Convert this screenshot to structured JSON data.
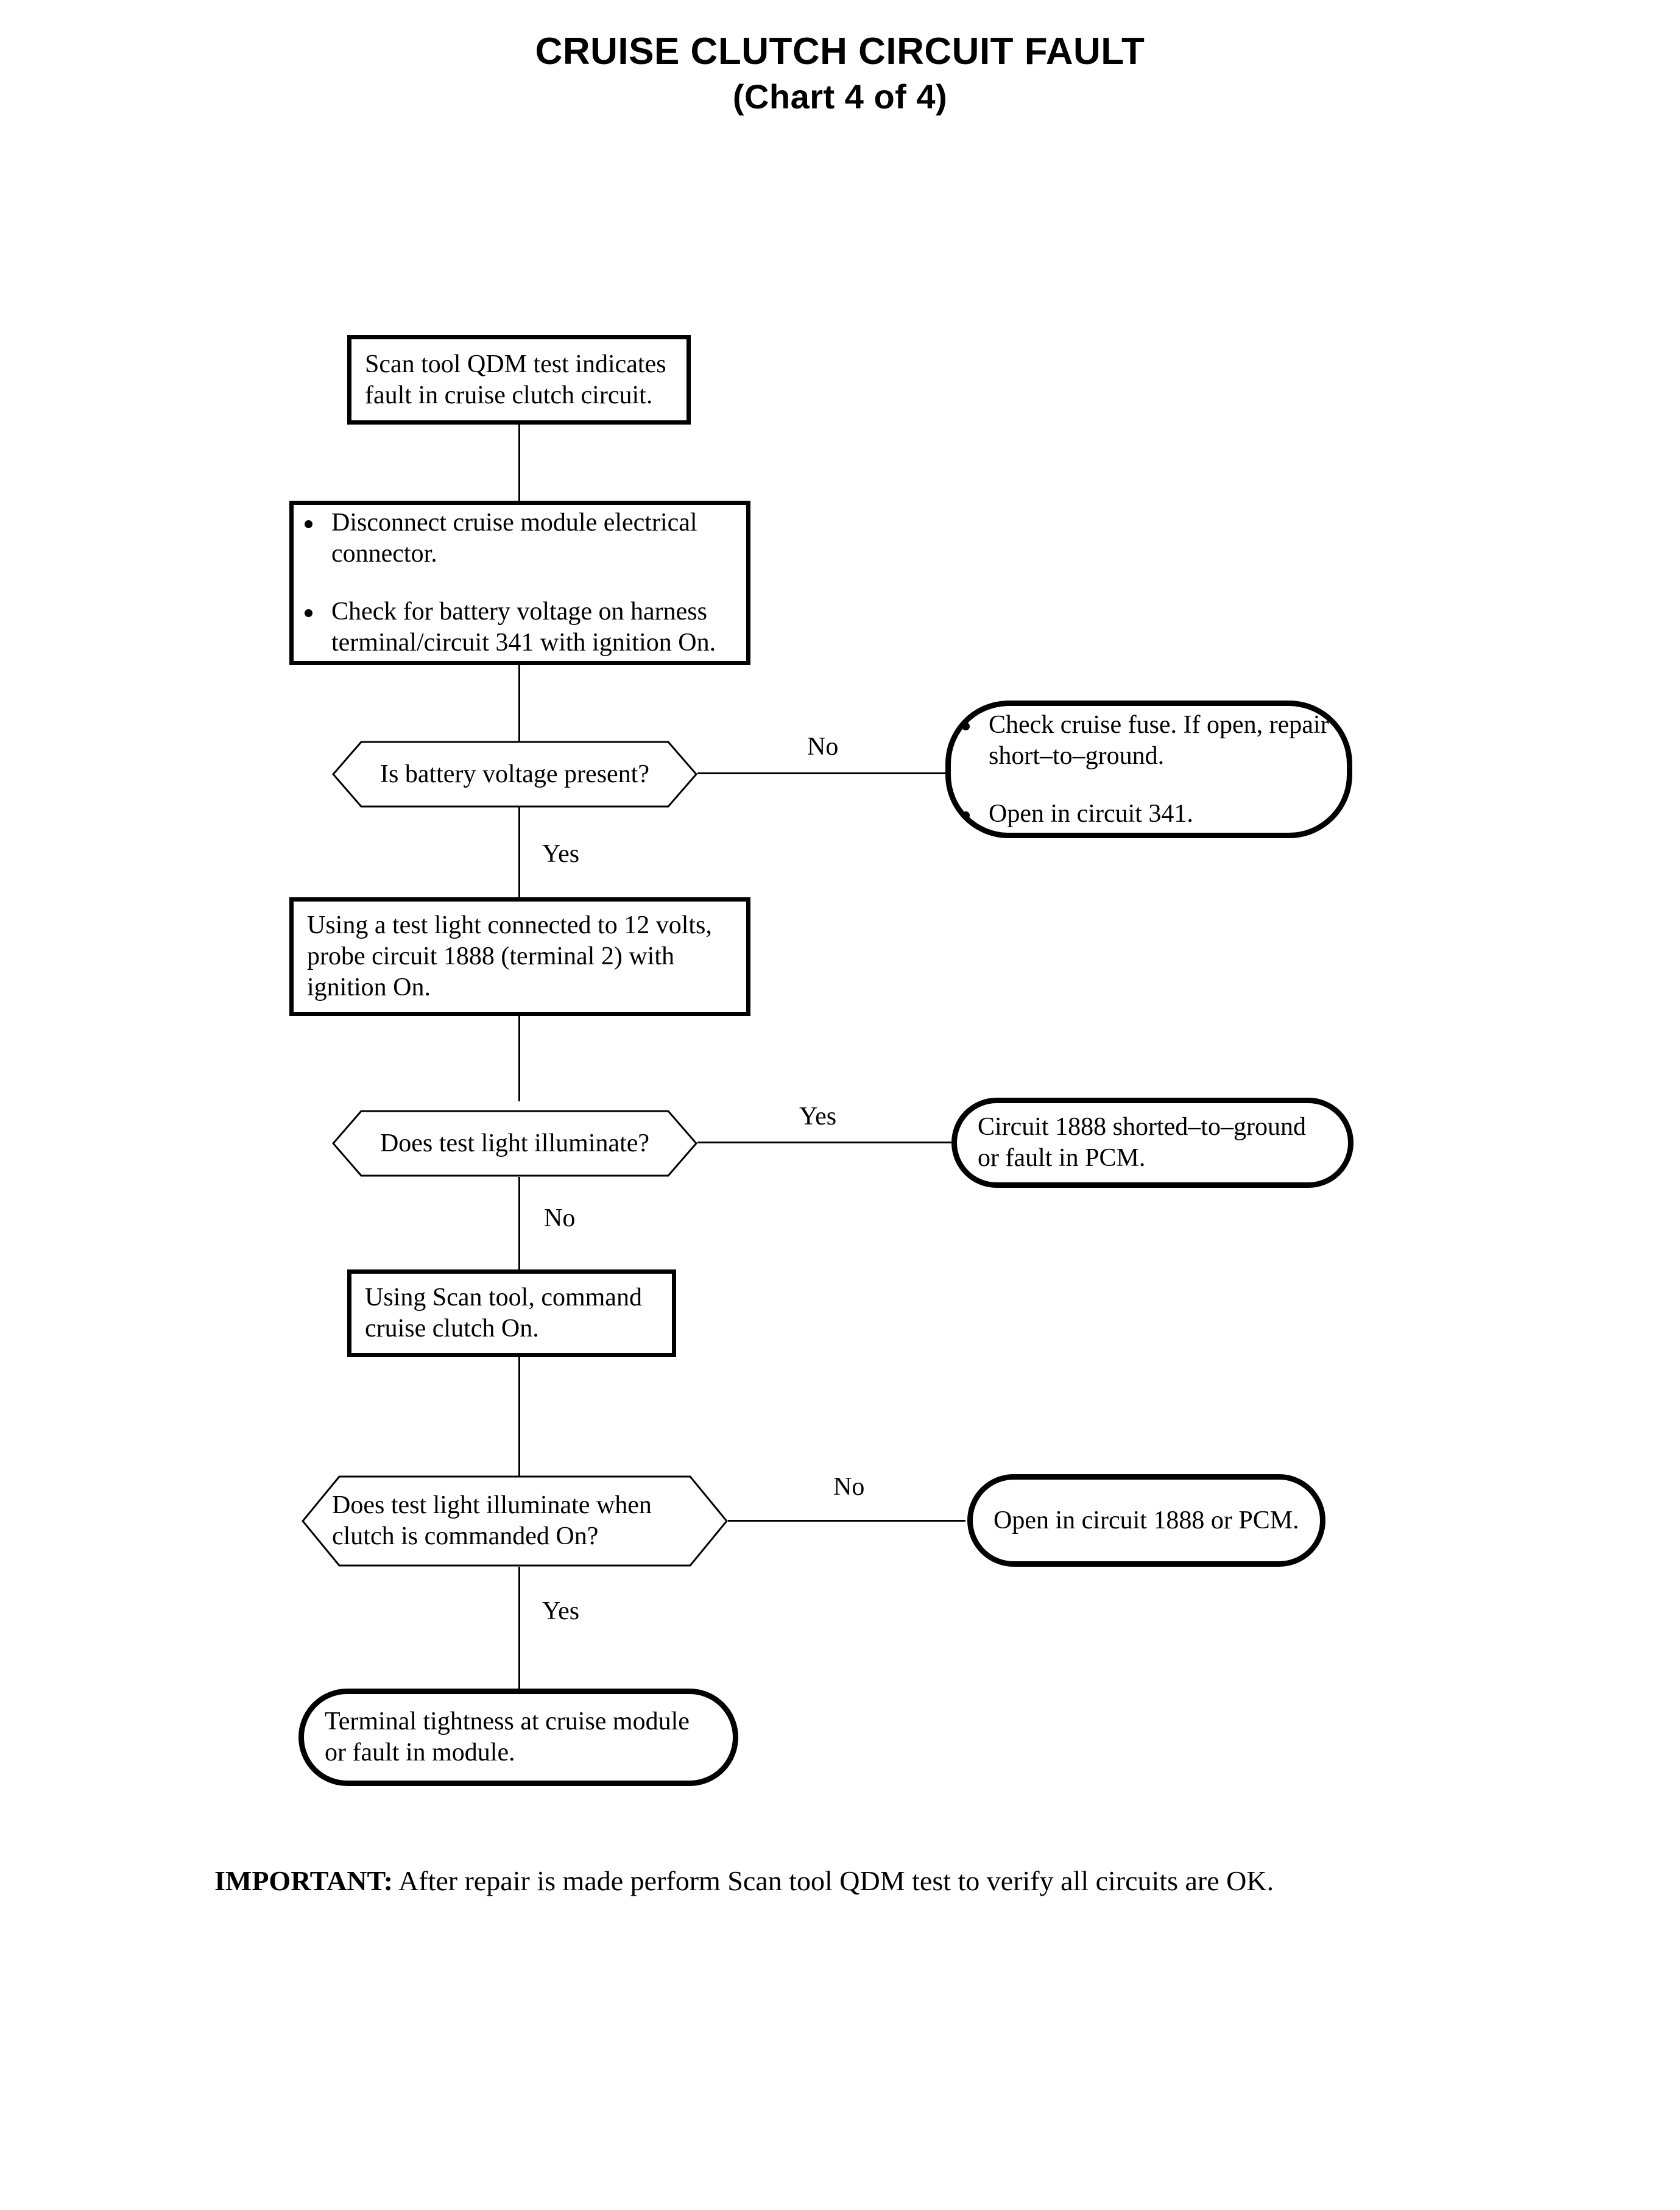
{
  "title": {
    "line1": "CRUISE CLUTCH CIRCUIT FAULT",
    "line2": "(Chart 4 of 4)"
  },
  "flowchart": {
    "type": "flowchart",
    "nodes": [
      {
        "id": "start",
        "shape": "process",
        "text": "Scan tool QDM test indicates fault in cruise clutch circuit."
      },
      {
        "id": "step-disconnect",
        "shape": "process",
        "bullets": [
          "Disconnect cruise module electrical connector.",
          "Check for battery voltage on harness terminal/circuit 341 with ignition On."
        ]
      },
      {
        "id": "decision-battery-voltage",
        "shape": "decision",
        "text": "Is battery voltage present?"
      },
      {
        "id": "result-check-fuse",
        "shape": "terminal",
        "bullets": [
          "Check cruise fuse. If open, repair short–to–ground.",
          "Open in circuit 341."
        ]
      },
      {
        "id": "step-test-light",
        "shape": "process",
        "text": "Using a test light connected to 12 volts, probe circuit 1888 (terminal 2) with ignition On."
      },
      {
        "id": "decision-test-light",
        "shape": "decision",
        "text": "Does test light illuminate?"
      },
      {
        "id": "result-shorted",
        "shape": "terminal",
        "text": "Circuit 1888 shorted–to–ground or fault in PCM."
      },
      {
        "id": "step-command-clutch",
        "shape": "process",
        "text": "Using Scan tool, command cruise clutch On."
      },
      {
        "id": "decision-commanded",
        "shape": "decision",
        "text": "Does test light illuminate when clutch is commanded On?"
      },
      {
        "id": "result-open-1888",
        "shape": "terminal",
        "text": "Open in circuit 1888 or PCM."
      },
      {
        "id": "result-terminal-tightness",
        "shape": "terminal",
        "text": "Terminal tightness at cruise module or fault in module."
      }
    ],
    "edge_labels": {
      "battery_no": "No",
      "battery_yes": "Yes",
      "testlight_yes": "Yes",
      "testlight_no": "No",
      "commanded_no": "No",
      "commanded_yes": "Yes"
    }
  },
  "footer": {
    "label": "IMPORTANT:",
    "text": " After repair is made perform Scan tool QDM test to verify all circuits are OK."
  },
  "colors": {
    "ink": "#000000",
    "paper": "#ffffff"
  }
}
